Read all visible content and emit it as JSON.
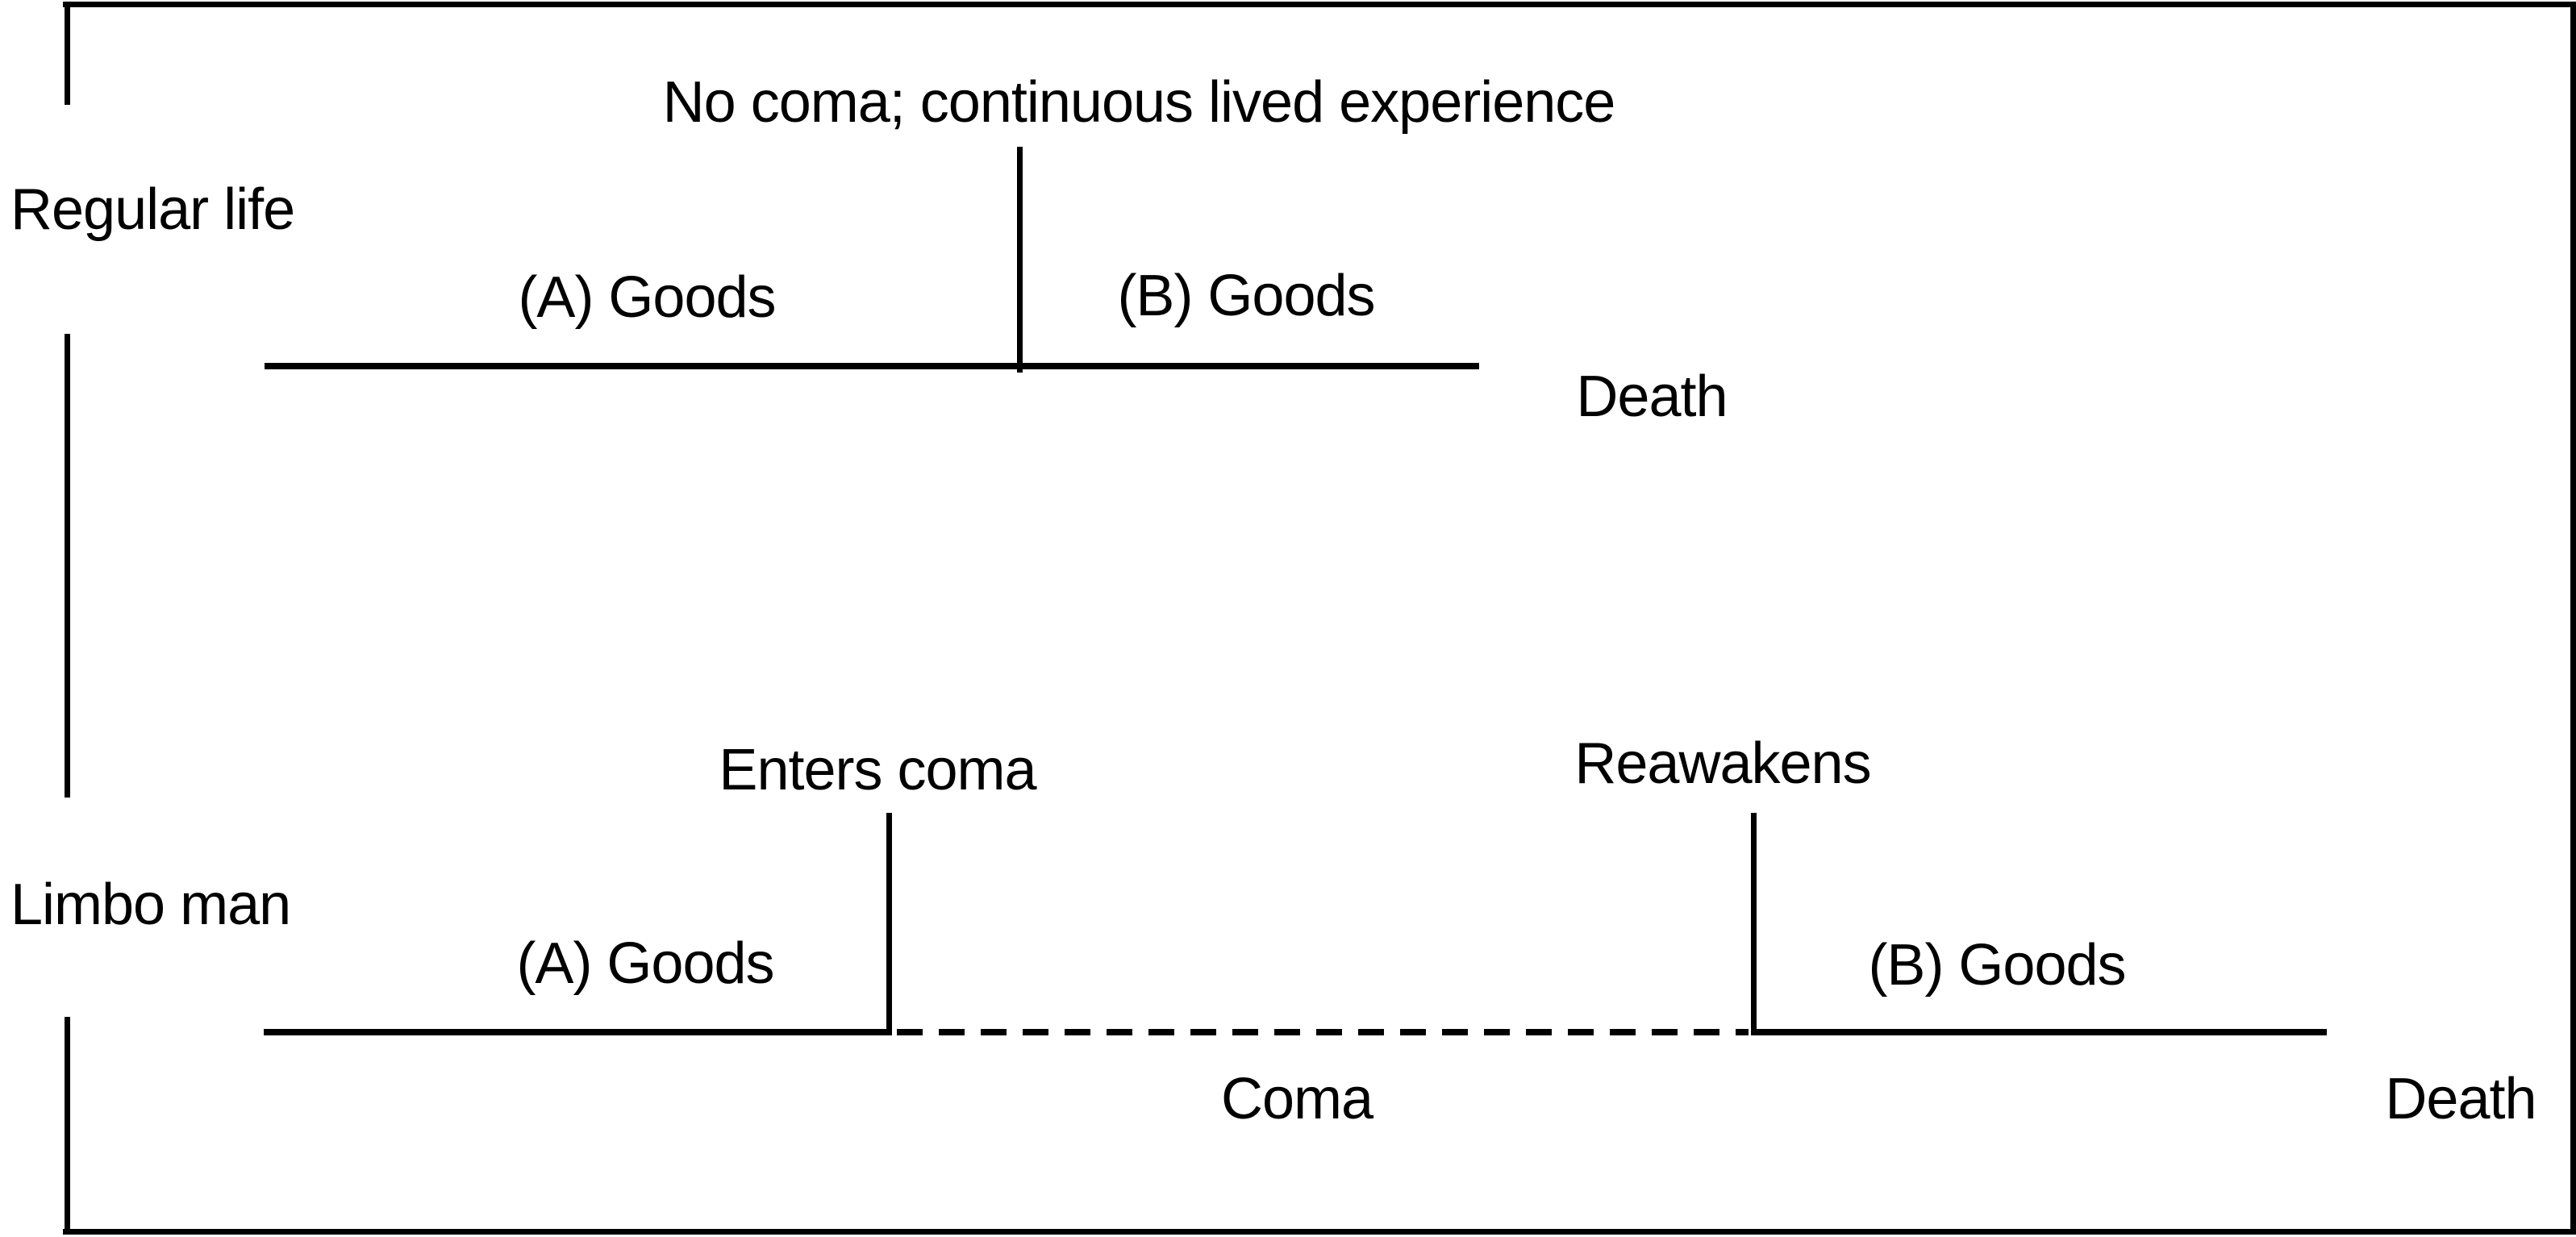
{
  "colors": {
    "ink": "#000000",
    "paper": "#ffffff"
  },
  "regular_life": {
    "row_label": "Regular life",
    "annotation": "No coma; continuous lived experience",
    "goods_a": "(A) Goods",
    "goods_b": "(B) Goods",
    "death": "Death"
  },
  "limbo_man": {
    "row_label": "Limbo man",
    "enters_coma": "Enters coma",
    "reawakens": "Reawakens",
    "goods_a": "(A) Goods",
    "goods_b": "(B) Goods",
    "coma": "Coma",
    "death": "Death"
  }
}
